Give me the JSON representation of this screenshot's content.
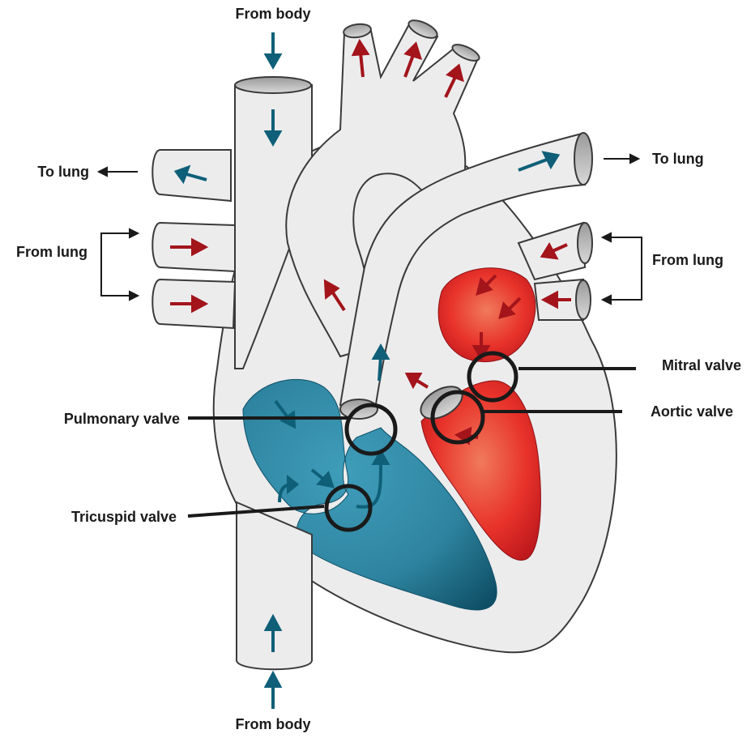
{
  "labels": {
    "from_body_top": "From body",
    "from_body_bottom": "From body",
    "to_lung_left": "To lung",
    "to_lung_right": "To lung",
    "from_lung_left": "From lung",
    "from_lung_right": "From lung",
    "mitral_valve": "Mitral valve",
    "aortic_valve": "Aortic valve",
    "pulmonary_valve": "Pulmonary valve",
    "tricuspid_valve": "Tricuspid valve"
  },
  "colors": {
    "vessel_fill": "#ececed",
    "outline": "#3a3a3a",
    "deoxygenated": "#2e84a0",
    "oxygenated": "#e8322a",
    "arrow_blue": "#0f5f78",
    "arrow_red": "#a3141b",
    "label_line": "#1a1a1a"
  }
}
